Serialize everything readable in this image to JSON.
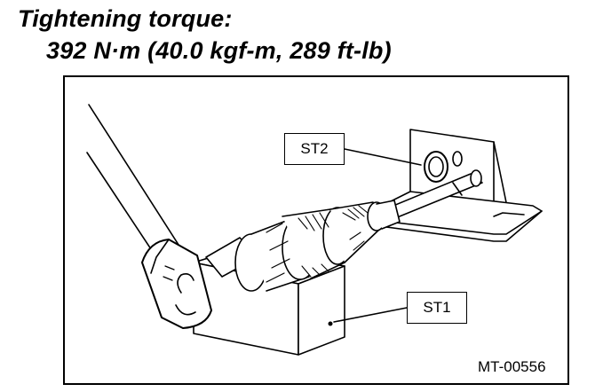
{
  "heading": {
    "title": "Tightening torque:",
    "spec": "392 N·m (40.0 kgf-m, 289 ft-lb)"
  },
  "labels": {
    "st2": "ST2",
    "st1": "ST1"
  },
  "figure_id": "MT-00556",
  "icons": {
    "wrench": "torque-wrench-icon",
    "gear_shaft": "gear-shaft-icon",
    "block": "st1-block-icon",
    "stand": "st2-stand-icon"
  }
}
